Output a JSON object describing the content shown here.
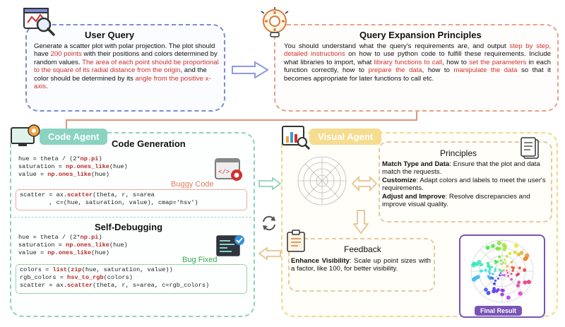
{
  "user_query": {
    "title": "User Query",
    "segments": [
      {
        "t": "Generate a scatter plot with polar projection. The plot should have ",
        "hl": false
      },
      {
        "t": "200 points",
        "hl": true
      },
      {
        "t": " with their positions and colors determined by random values. ",
        "hl": false
      },
      {
        "t": "The area of each point should be proportional to the square of its radial distance from the origin",
        "hl": true
      },
      {
        "t": ", and the color should be determined by its ",
        "hl": false
      },
      {
        "t": "angle from the positive x-axis",
        "hl": true
      },
      {
        "t": ".",
        "hl": false
      }
    ]
  },
  "query_expansion": {
    "title": "Query Expansion Principles",
    "segments": [
      {
        "t": "You should understand what the query's requirements are, and output ",
        "hl": false
      },
      {
        "t": "step by step, detailed instructions",
        "hl": true
      },
      {
        "t": " on how to use python code to fulfill these requirements. Include what libraries to import, what ",
        "hl": false
      },
      {
        "t": "library functions to call",
        "hl": true
      },
      {
        "t": ", how to ",
        "hl": false
      },
      {
        "t": "set the parameters",
        "hl": true
      },
      {
        "t": " in each function correctly, how to ",
        "hl": false
      },
      {
        "t": "prepare the data",
        "hl": true
      },
      {
        "t": ", how to ",
        "hl": false
      },
      {
        "t": "manipulate the data",
        "hl": true
      },
      {
        "t": " so that it becomes appropriate for later functions to call etc.",
        "hl": false
      }
    ]
  },
  "code_agent": {
    "label": "Code Agent",
    "generation_title": "Code Generation",
    "generation_lines": [
      [
        {
          "t": "hue = theta / (2*"
        },
        {
          "t": "np.pi",
          "fn": true
        },
        {
          "t": ")"
        }
      ],
      [
        {
          "t": "saturation = "
        },
        {
          "t": "np.ones_like",
          "fn": true
        },
        {
          "t": "(hue)"
        }
      ],
      [
        {
          "t": "value = "
        },
        {
          "t": "np.ones_like",
          "fn": true
        },
        {
          "t": "(hue)"
        }
      ]
    ],
    "buggy_label": "Buggy Code",
    "buggy_lines": [
      [
        {
          "t": "scatter = ax."
        },
        {
          "t": "scatter",
          "fn": true
        },
        {
          "t": "(theta, r, s=area"
        }
      ],
      [
        {
          "t": "        , c=(hue, saturation, value), cmap='hsv')"
        }
      ]
    ],
    "debug_title": "Self-Debugging",
    "debug_lines": [
      [
        {
          "t": "hue = theta / (2*"
        },
        {
          "t": "np.pi",
          "fn": true
        },
        {
          "t": ")"
        }
      ],
      [
        {
          "t": "saturation = "
        },
        {
          "t": "np.ones_like",
          "fn": true
        },
        {
          "t": "(hue)"
        }
      ],
      [
        {
          "t": "value = "
        },
        {
          "t": "np.ones_like",
          "fn": true
        },
        {
          "t": "(hue)"
        }
      ]
    ],
    "fixed_label": "Bug Fixed",
    "fixed_lines": [
      [
        {
          "t": "colors = "
        },
        {
          "t": "list",
          "fn": true
        },
        {
          "t": "("
        },
        {
          "t": "zip",
          "fn": true
        },
        {
          "t": "(hue, saturation, value))"
        }
      ],
      [
        {
          "t": "rgb_colors = "
        },
        {
          "t": "hsv_to_rgb",
          "fn": true
        },
        {
          "t": "(colors)"
        }
      ],
      [
        {
          "t": "scatter = ax."
        },
        {
          "t": "scatter",
          "fn": true
        },
        {
          "t": "(theta, r, s=area, c=rgb_colors)"
        }
      ]
    ]
  },
  "visual_agent": {
    "label": "Visual Agent",
    "principles_title": "Principles",
    "principles": [
      {
        "head": "Match Type and Data",
        "text": ": Ensure that the plot and data match the requests."
      },
      {
        "head": "Customize",
        "text": ": Adapt colors and labels to meet the user's requirements."
      },
      {
        "head": "Adjust and Improve",
        "text": ": Resolve discrepancies and improve visual quality."
      }
    ],
    "feedback_title": "Feedback",
    "feedback_head": "Enhance Visibility",
    "feedback_text": ": Scale up point sizes with a factor, like 100, for better visibility.",
    "final_label": "Final Result"
  },
  "colors": {
    "user_query_border": "#7d8bd8",
    "expansion_border": "#e6a38a",
    "code_agent_tag": "#8ad3c0",
    "visual_agent_tag": "#f5dc8f",
    "highlight": "#d0312d",
    "final_border": "#7a55b5"
  }
}
